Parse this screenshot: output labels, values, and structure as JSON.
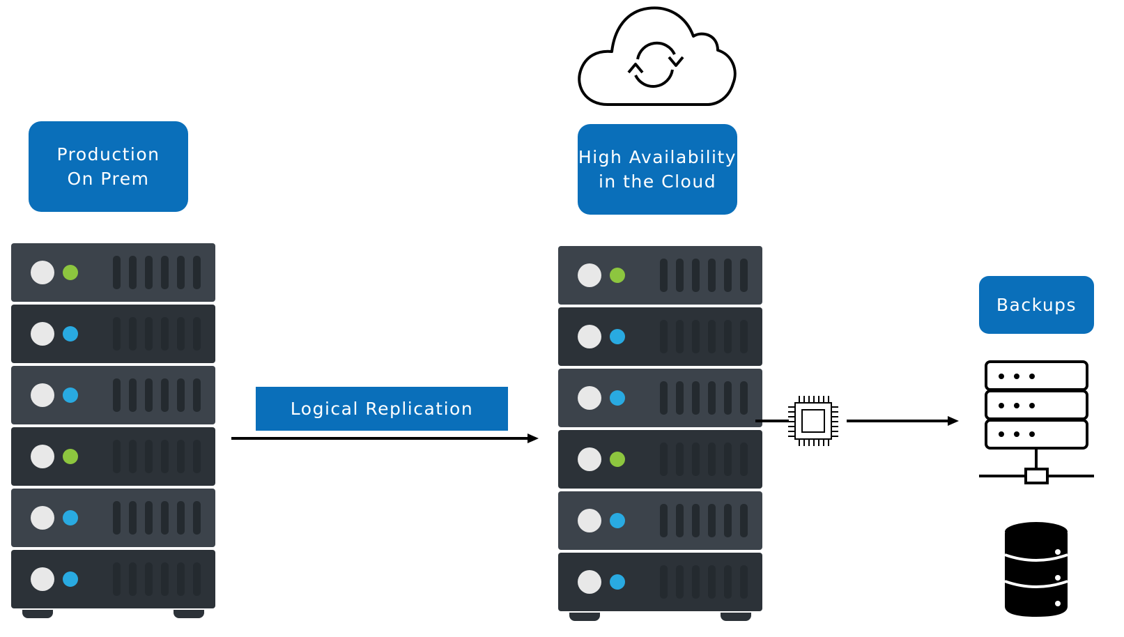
{
  "labels": {
    "production": "Production\nOn Prem",
    "high_availability": "High Availability\nin the Cloud",
    "replication": "Logical Replication",
    "backups": "Backups"
  },
  "racks": [
    {
      "name": "production-rack",
      "light_colors": [
        "#8dc63f",
        "#29aae1",
        "#29aae1",
        "#8dc63f",
        "#29aae1",
        "#29aae1"
      ]
    },
    {
      "name": "ha-rack",
      "light_colors": [
        "#8dc63f",
        "#29aae1",
        "#29aae1",
        "#8dc63f",
        "#29aae1",
        "#29aae1"
      ]
    }
  ],
  "colors": {
    "label_bg": "#0a6fba",
    "rack_light": "#3c434b",
    "rack_dark": "#2c3238",
    "status_green": "#8dc63f",
    "status_blue": "#29aae1"
  },
  "icons": [
    "cloud-sync-icon",
    "cpu-chip-icon",
    "network-server-icon",
    "database-icon"
  ]
}
